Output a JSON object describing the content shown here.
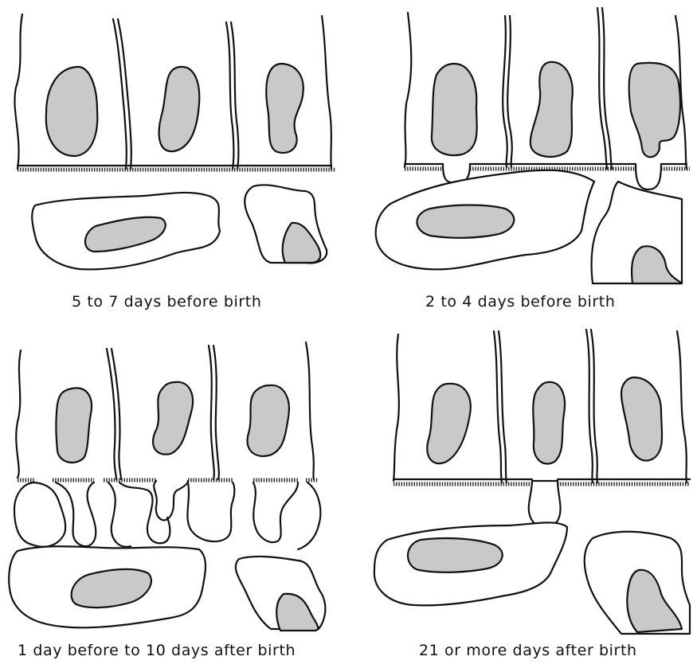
{
  "panels": [
    {
      "caption": "5 to 7 days before birth"
    },
    {
      "caption": "2 to 4 days before birth"
    },
    {
      "caption": "1 day before to 10 days after birth"
    },
    {
      "caption": "21 or more days after birth"
    }
  ],
  "colors": {
    "line": "#111111",
    "nucleus": "#c9c9c9",
    "background": "#ffffff"
  }
}
